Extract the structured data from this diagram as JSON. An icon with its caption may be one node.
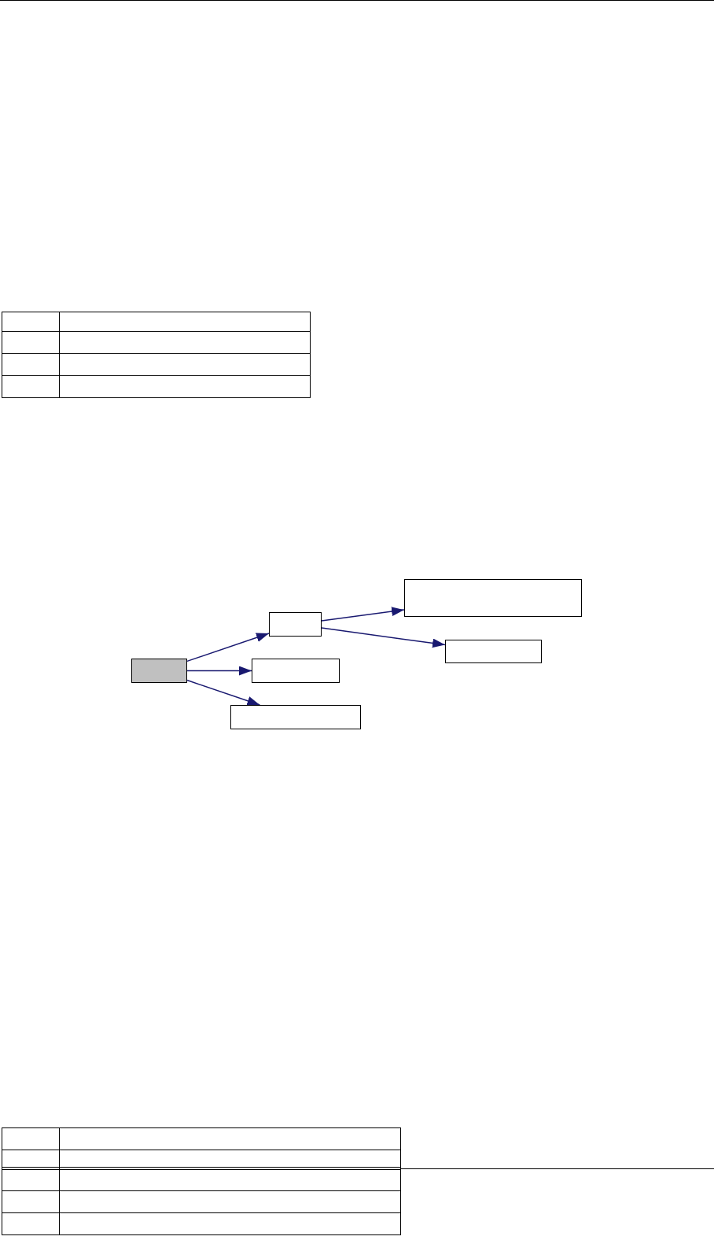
{
  "diagram": {
    "nodes": [
      {
        "text": [],
        "shape": "box"
      },
      {
        "text": [],
        "shape": "box"
      },
      {
        "text": [],
        "shape": "box"
      },
      {
        "text": [],
        "shape": "box"
      },
      {
        "text": [],
        "shape": "box"
      },
      {
        "text": [],
        "shape": "box"
      }
    ],
    "edges": [
      {
        "from": 0,
        "to": 1,
        "arrow": "to"
      },
      {
        "from": 0,
        "to": 2,
        "arrow": "to"
      },
      {
        "from": 0,
        "to": 3,
        "arrow": "to"
      },
      {
        "from": 1,
        "to": 4,
        "arrow": "to"
      },
      {
        "from": 1,
        "to": 5,
        "arrow": "to"
      }
    ]
  }
}
